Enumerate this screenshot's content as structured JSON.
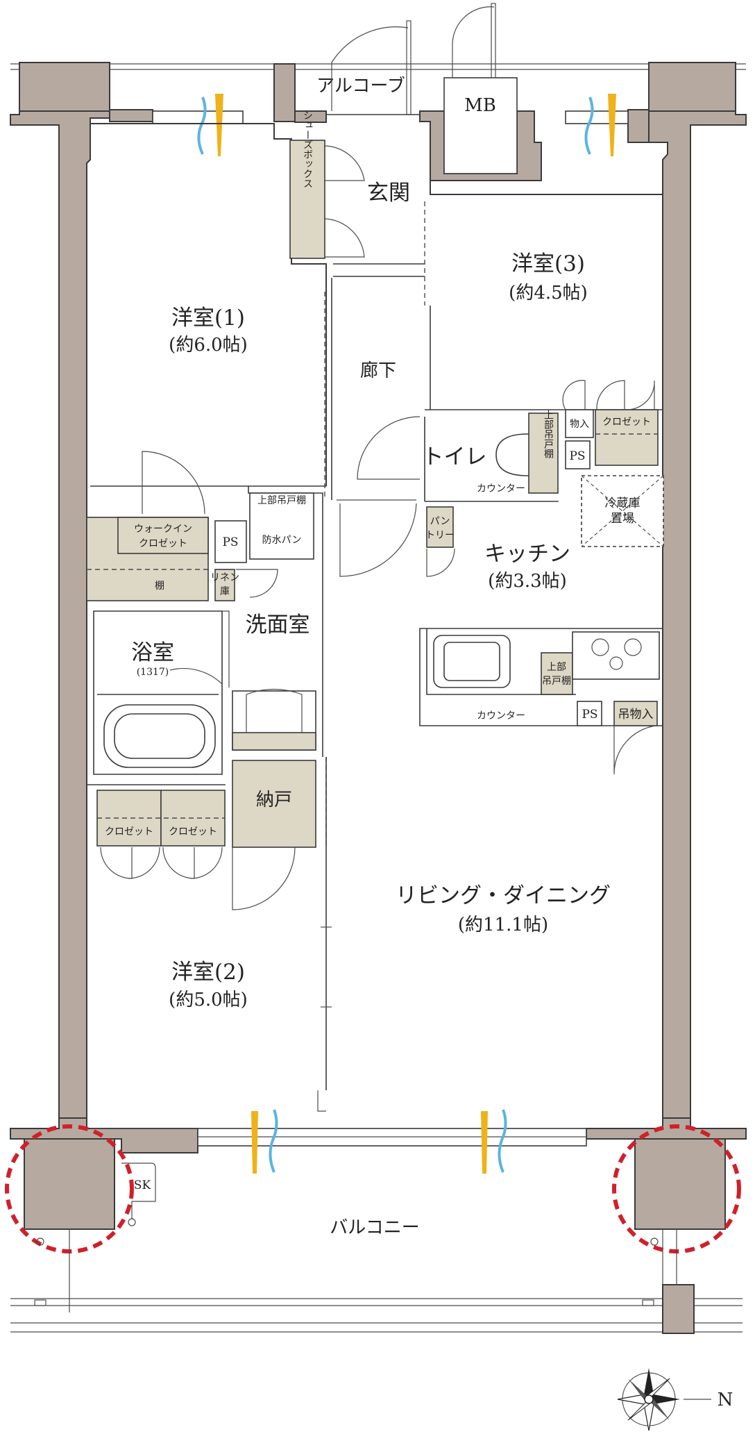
{
  "labels": {
    "alcove": "アルコーブ",
    "mb": "MB",
    "entrance": "玄関",
    "shoe_box": "シューズボックス",
    "room1": "洋室(1)",
    "room1_size": "(約6.0帖)",
    "room3": "洋室(3)",
    "room3_size": "(約4.5帖)",
    "hallway": "廊下",
    "storage_small": "物入",
    "closet": "クロゼット",
    "toilet": "トイレ",
    "upper_cabinet_v": "上部吊戸棚",
    "ps": "PS",
    "counter": "カウンター",
    "fridge_line1": "冷蔵庫",
    "fridge_line2": "置場",
    "pantry_line1": "パン",
    "pantry_line2": "トリー",
    "kitchen": "キッチン",
    "kitchen_size": "(約3.3帖)",
    "walkin_line1": "ウォークイン",
    "walkin_line2": "クロゼット",
    "shelf": "棚",
    "linen_line1": "リネン",
    "linen_line2": "庫",
    "upper_cabinet_h": "上部吊戸棚",
    "waterproof_pan": "防水パン",
    "washroom": "洗面室",
    "bathroom": "浴室",
    "bath_size": "(1317)",
    "upper_line1": "上部",
    "upper_line2": "吊戸棚",
    "hanging_storage": "吊物入",
    "nando": "納戸",
    "closet_a": "クロゼット",
    "closet_b": "クロゼット",
    "living": "リビング・ダイニング",
    "living_size": "(約11.1帖)",
    "room2": "洋室(2)",
    "room2_size": "(約5.0帖)",
    "balcony": "バルコニー",
    "sk": "SK",
    "north": "N"
  },
  "colors": {
    "wall": "#b6aaa0",
    "storage": "#ddd7c6",
    "highlight": "#d0202a",
    "vent_blue": "#5ab4e0",
    "vent_yellow": "#f0b21a"
  }
}
